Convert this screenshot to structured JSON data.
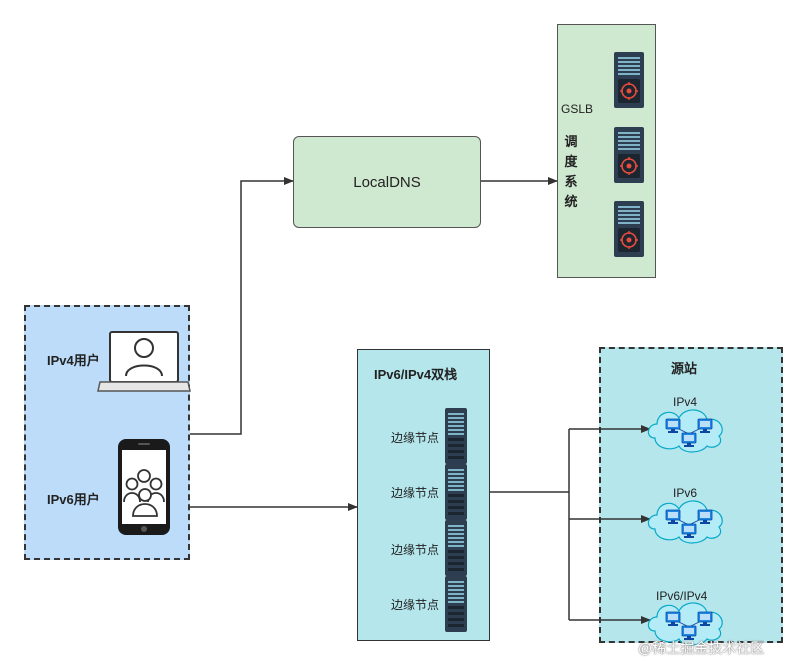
{
  "users": {
    "ipv4_label": "IPv4用户",
    "ipv6_label": "IPv6用户"
  },
  "local_dns": {
    "label": "LocalDNS"
  },
  "gslb": {
    "title": "GSLB",
    "system_chars": [
      "调",
      "度",
      "系",
      "统"
    ]
  },
  "dual_stack": {
    "title": "IPv6/IPv4双栈",
    "nodes": [
      "边缘节点",
      "边缘节点",
      "边缘节点",
      "边缘节点"
    ]
  },
  "origin": {
    "title": "源站",
    "networks": [
      "IPv4",
      "IPv6",
      "IPv6/IPv4"
    ]
  },
  "watermark": "@稀土掘金技术社区",
  "colors": {
    "user_group_bg": "#bcdcf9",
    "dns_bg": "#cfe8d0",
    "stack_bg": "#b4e6ec",
    "server_body": "#2c3e50",
    "server_accent": "#e74c3c",
    "cloud_fill": "#b3ecf6",
    "cloud_stroke": "#0aa8c8",
    "pc_blue": "#1e88e5"
  }
}
